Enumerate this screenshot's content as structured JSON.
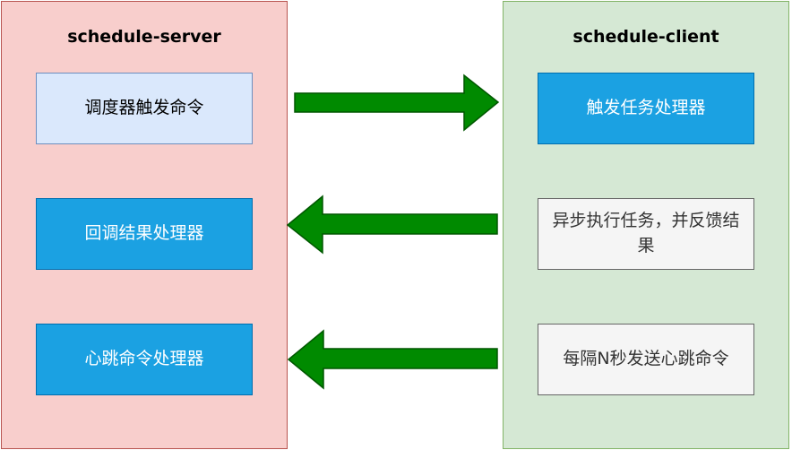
{
  "server": {
    "title": "schedule-server",
    "boxes": [
      "调度器触发命令",
      "回调结果处理器",
      "心跳命令处理器"
    ]
  },
  "client": {
    "title": "schedule-client",
    "boxes": [
      "触发任务处理器",
      "异步执行任务，并反馈结果",
      "每隔N秒发送心跳命令"
    ]
  },
  "colors": {
    "server_fill": "#f8cecc",
    "server_stroke": "#b85450",
    "client_fill": "#d5e8d4",
    "client_stroke": "#82b366",
    "light_box_fill": "#dae8fc",
    "blue_box_fill": "#1ba1e2",
    "gray_box_fill": "#f5f5f5",
    "arrow_fill": "#008a00",
    "arrow_stroke": "#005700"
  }
}
